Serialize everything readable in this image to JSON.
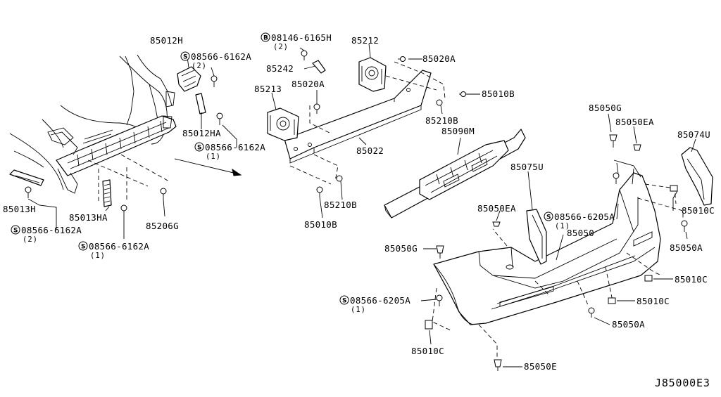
{
  "diagram": {
    "ref_code": "J85000E3",
    "callouts": {
      "p85012H": "85012H",
      "p08566_a": "08566-6162A",
      "p08566_a_qty": "(2)",
      "p85012HA": "85012HA",
      "p08566_b": "08566-6162A",
      "p08566_b_qty": "(1)",
      "p85013H": "85013H",
      "p85013HA": "85013HA",
      "p08566_c": "08566-6162A",
      "p08566_c_qty": "(2)",
      "p08566_d": "08566-6162A",
      "p08566_d_qty": "(1)",
      "p85206G": "85206G",
      "p08146": "08146-6165H",
      "p08146_qty": "(2)",
      "p85242": "85242",
      "p85212": "85212",
      "p85020A_top": "85020A",
      "p85213": "85213",
      "p85020A_mid": "85020A",
      "p85010B_top": "85010B",
      "p85210B_top": "85210B",
      "p85090M": "85090M",
      "p85022": "85022",
      "p85210B_bot": "85210B",
      "p85010B_bot": "85010B",
      "p85050G_top": "85050G",
      "p85050EA_top": "85050EA",
      "p85074U": "85074U",
      "p85075U": "85075U",
      "p85050EA_mid": "85050EA",
      "p08566_e": "08566-6205A",
      "p08566_e_qty": "(1)",
      "p85050": "85050",
      "p85010C_right": "85010C",
      "p85050A_right": "85050A",
      "p85050G_mid": "85050G",
      "p85010C_mid1": "85010C",
      "p85010C_mid2": "85010C",
      "p08566_f": "08566-6205A",
      "p08566_f_qty": "(1)",
      "p85050A_bot": "85050A",
      "p85010C_bot": "85010C",
      "p85050E": "85050E"
    },
    "symbols": {
      "screw": "S",
      "bolt": "B"
    }
  }
}
